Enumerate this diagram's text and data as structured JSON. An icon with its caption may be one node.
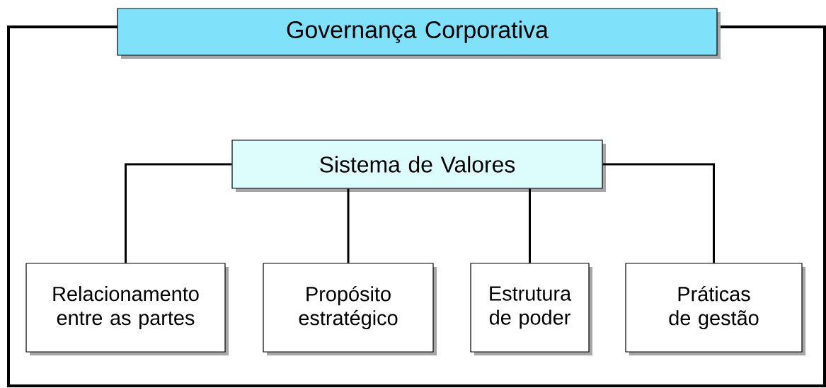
{
  "diagram": {
    "nodes": [
      {
        "text": [
          "Governança Corporativa"
        ]
      },
      {
        "text": [
          "Sistema de Valores"
        ]
      },
      {
        "text": [
          "Relacionamento entre as partes"
        ]
      },
      {
        "text": [
          "Propósito estratégico"
        ]
      },
      {
        "text": [
          "Estrutura de poder"
        ]
      },
      {
        "text": [
          "Práticas de gestão"
        ]
      }
    ],
    "edges": [
      {
        "from": 1,
        "to": 2,
        "arrow": "none"
      },
      {
        "from": 1,
        "to": 3,
        "arrow": "none"
      },
      {
        "from": 1,
        "to": 4,
        "arrow": "none"
      },
      {
        "from": 1,
        "to": 5,
        "arrow": "none"
      }
    ]
  }
}
